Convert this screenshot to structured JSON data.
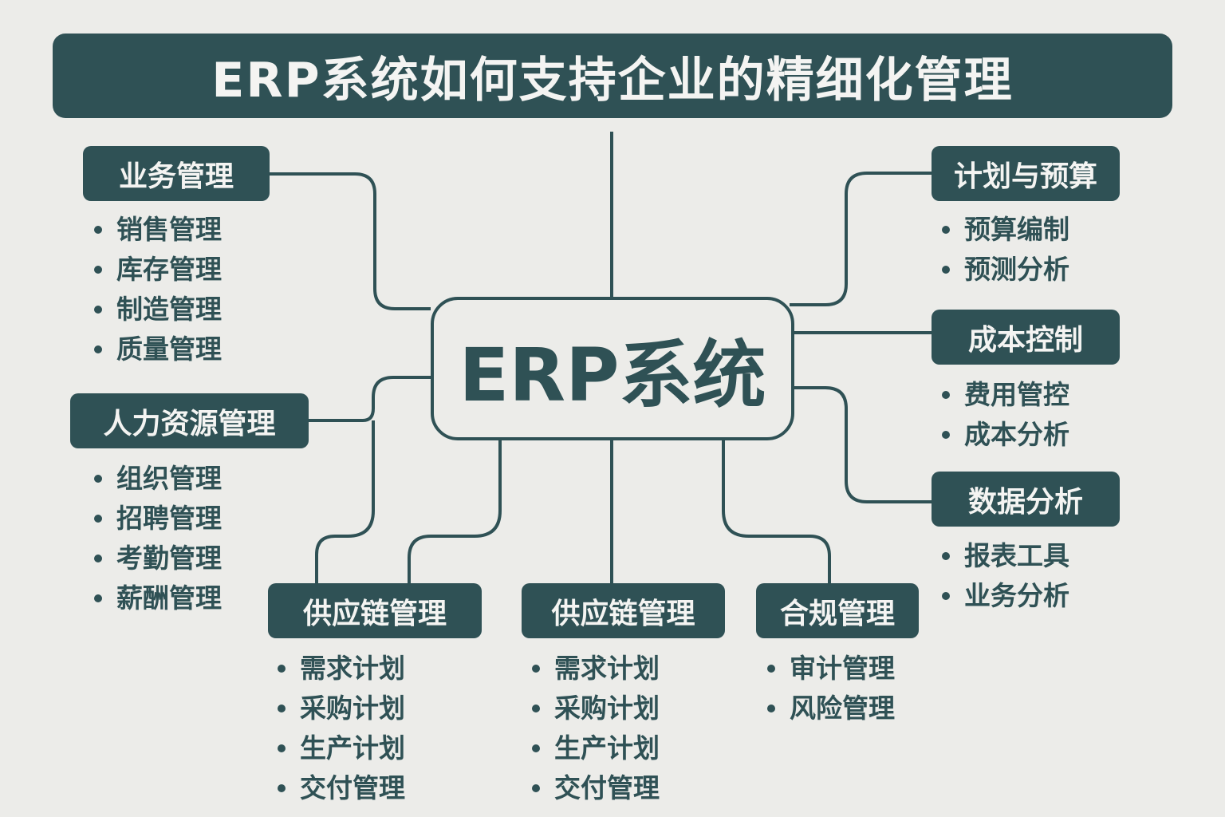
{
  "title": "ERP系统如何支持企业的精细化管理",
  "center": "ERP系统",
  "colors": {
    "primary": "#2f5155",
    "background": "#ecece9"
  },
  "modules": [
    {
      "label": "业务管理",
      "items": [
        "销售管理",
        "库存管理",
        "制造管理",
        "质量管理"
      ]
    },
    {
      "label": "人力资源管理",
      "items": [
        "组织管理",
        "招聘管理",
        "考勤管理",
        "薪酬管理"
      ]
    },
    {
      "label": "供应链管理",
      "items": [
        "需求计划",
        "采购计划",
        "生产计划",
        "交付管理"
      ]
    },
    {
      "label": "供应链管理",
      "items": [
        "需求计划",
        "采购计划",
        "生产计划",
        "交付管理"
      ]
    },
    {
      "label": "合规管理",
      "items": [
        "审计管理",
        "风险管理"
      ]
    },
    {
      "label": "计划与预算",
      "items": [
        "预算编制",
        "预测分析"
      ]
    },
    {
      "label": "成本控制",
      "items": [
        "费用管控",
        "成本分析"
      ]
    },
    {
      "label": "数据分析",
      "items": [
        "报表工具",
        "业务分析"
      ]
    }
  ]
}
